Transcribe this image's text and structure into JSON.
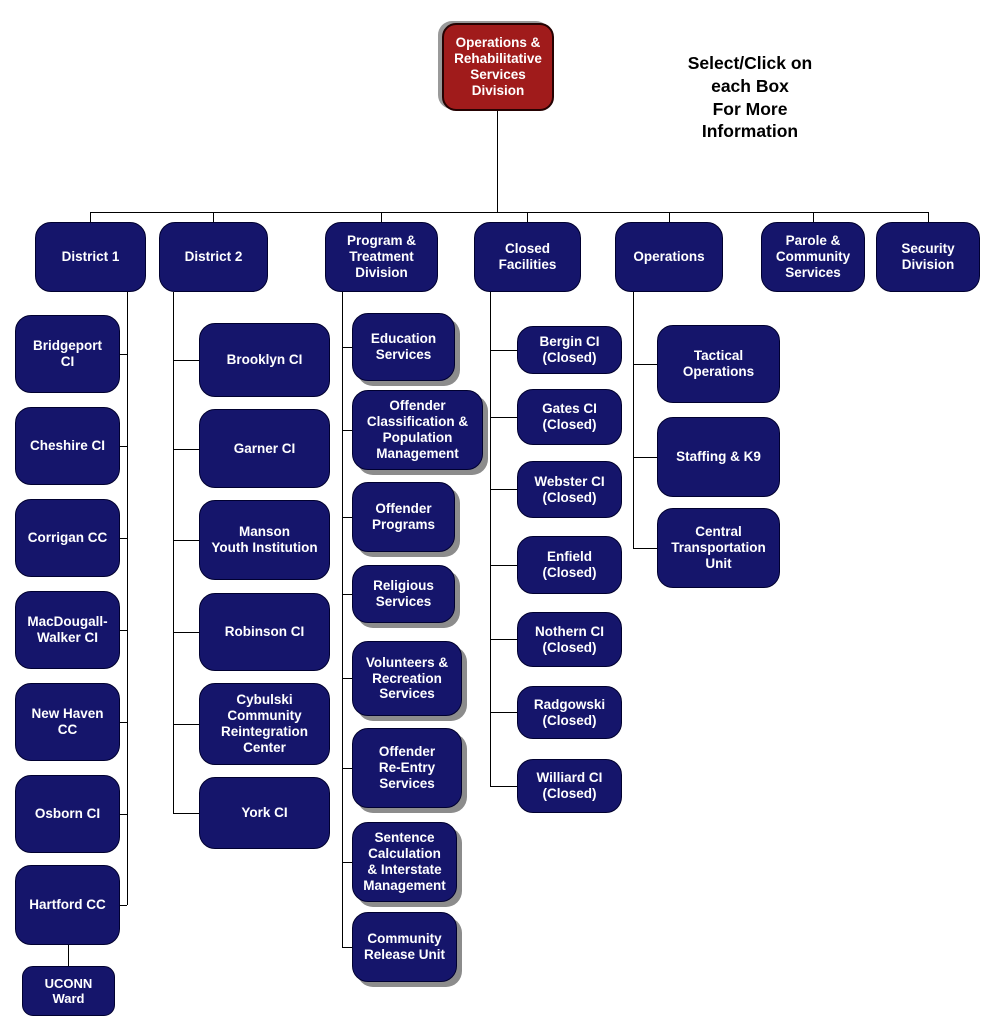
{
  "colors": {
    "navy": "#15156B",
    "red": "#A01B1B",
    "line": "#000000",
    "shadow": "#8C8C8C"
  },
  "note": "Select/Click on\neach Box\nFor More\nInformation",
  "root": {
    "label": "Operations &\nRehabilitative\nServices\nDivision"
  },
  "divisions": {
    "district1": {
      "label": "District 1"
    },
    "district2": {
      "label": "District 2"
    },
    "program": {
      "label": "Program &\nTreatment\nDivision"
    },
    "closed": {
      "label": "Closed\nFacilities"
    },
    "operations": {
      "label": "Operations"
    },
    "parole": {
      "label": "Parole &\nCommunity\nServices"
    },
    "security": {
      "label": "Security\nDivision"
    }
  },
  "district1_children": [
    "Bridgeport\nCI",
    "Cheshire CI",
    "Corrigan CC",
    "MacDougall-\nWalker CI",
    "New Haven\nCC",
    "Osborn CI",
    "Hartford CC",
    "UCONN\nWard"
  ],
  "district2_children": [
    "Brooklyn CI",
    "Garner CI",
    "Manson\nYouth Institution",
    "Robinson CI",
    "Cybulski\nCommunity\nReintegration\nCenter",
    "York CI"
  ],
  "program_children": [
    "Education\nServices",
    "Offender\nClassification &\nPopulation\nManagement",
    "Offender\nPrograms",
    "Religious\nServices",
    "Volunteers &\nRecreation\nServices",
    "Offender\nRe-Entry\nServices",
    "Sentence\nCalculation\n& Interstate\nManagement",
    "Community\nRelease Unit"
  ],
  "closed_children": [
    "Bergin CI\n(Closed)",
    "Gates CI\n(Closed)",
    "Webster CI\n(Closed)",
    "Enfield\n(Closed)",
    "Nothern CI\n(Closed)",
    "Radgowski\n(Closed)",
    "Williard CI\n(Closed)"
  ],
  "operations_children": [
    "Tactical\nOperations",
    "Staffing & K9",
    "Central\nTransportation\nUnit"
  ]
}
